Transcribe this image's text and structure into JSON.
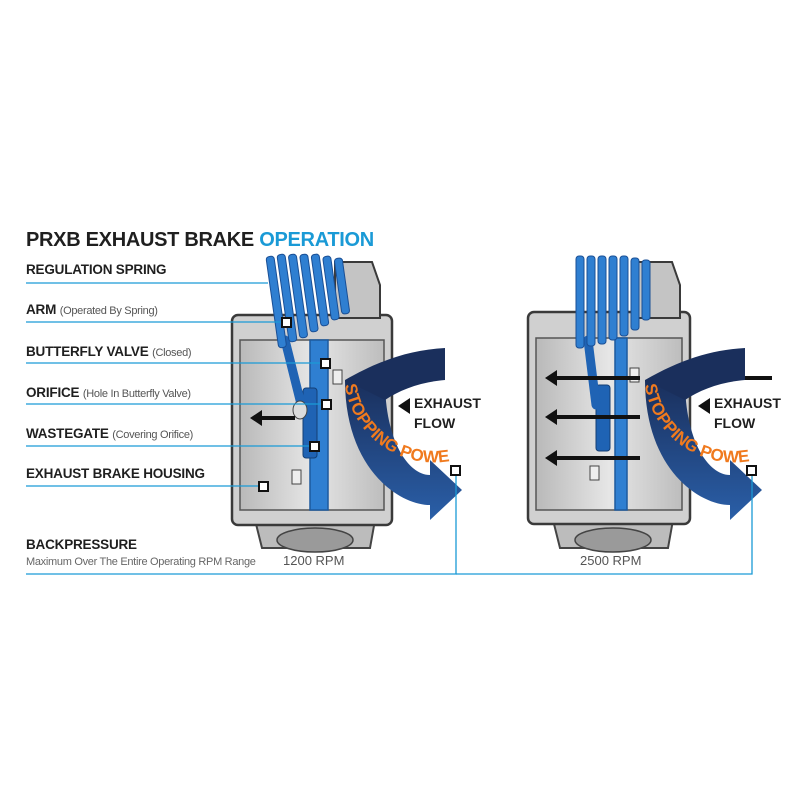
{
  "title": {
    "main": "PRXB EXHAUST BRAKE ",
    "accent": "OPERATION"
  },
  "labels": {
    "regulation_spring": "REGULATION SPRING",
    "arm": "ARM",
    "arm_sub": "(Operated By Spring)",
    "butterfly_valve": "BUTTERFLY VALVE",
    "butterfly_valve_sub": "(Closed)",
    "orifice": "ORIFICE",
    "orifice_sub": "(Hole In Butterfly Valve)",
    "wastegate": "WASTEGATE",
    "wastegate_sub": "(Covering Orifice)",
    "housing": "EXHAUST BRAKE HOUSING",
    "backpressure": "BACKPRESSURE",
    "backpressure_sub": "Maximum Over The Entire Operating RPM Range"
  },
  "left_diagram": {
    "rpm": "1200 RPM",
    "flow_line1": "EXHAUST",
    "flow_line2": "FLOW",
    "arrow_text": "STOPPING POWER"
  },
  "right_diagram": {
    "rpm": "2500 RPM",
    "flow_line1": "EXHAUST",
    "flow_line2": "FLOW",
    "arrow_text": "STOPPING POWER"
  },
  "colors": {
    "accent": "#1a9ad6",
    "spring": "#2f7fd1",
    "arrow_dark": "#1c3563",
    "arrow_text": "#f07a1e",
    "housing": "#c9c9c9"
  }
}
